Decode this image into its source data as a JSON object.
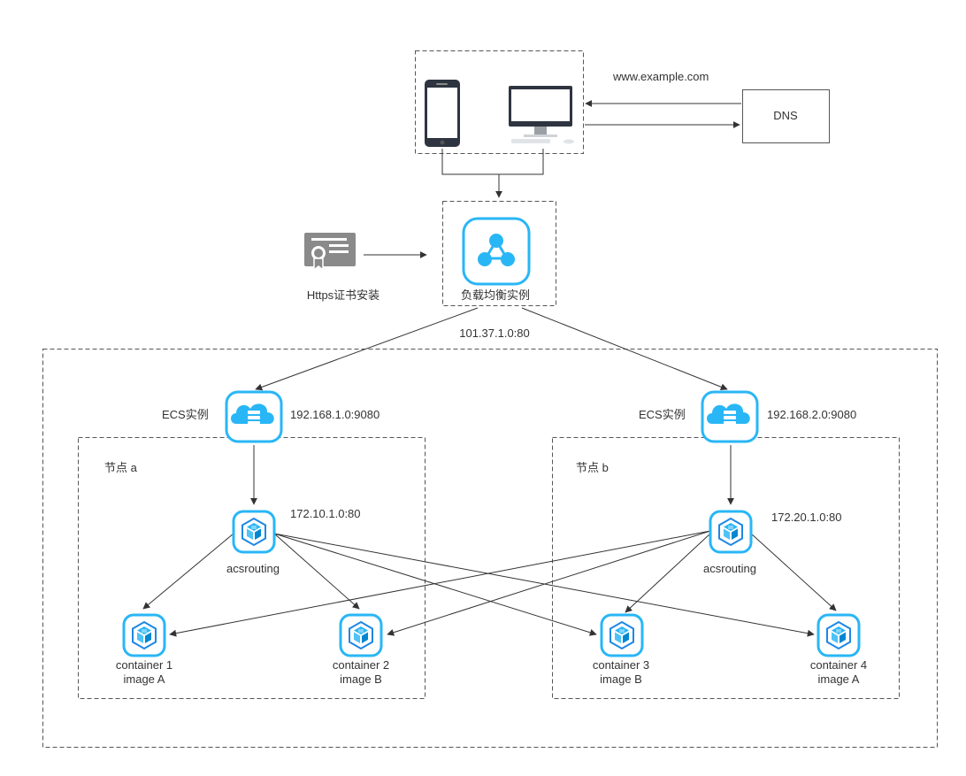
{
  "domain_url": "www.example.com",
  "dns_label": "DNS",
  "cert_label": "Https证书安装",
  "lb_label": "负载均衡实例",
  "lb_address": "101.37.1.0:80",
  "ecs_left": {
    "label": "ECS实例",
    "address": "192.168.1.0:9080"
  },
  "ecs_right": {
    "label": "ECS实例",
    "address": "192.168.2.0:9080"
  },
  "node_a": {
    "label": "节点 a",
    "router_label": "acsrouting",
    "router_address": "172.10.1.0:80"
  },
  "node_b": {
    "label": "节点 b",
    "router_label": "acsrouting",
    "router_address": "172.20.1.0:80"
  },
  "containers": [
    {
      "name": "container 1",
      "image": "image A"
    },
    {
      "name": "container 2",
      "image": "image B"
    },
    {
      "name": "container 3",
      "image": "image B"
    },
    {
      "name": "container 4",
      "image": "image A"
    }
  ],
  "colors": {
    "accent": "#29b6f6",
    "accent_dark": "#1e88e5",
    "border": "#555555",
    "icon_grey": "#8a8a8a"
  },
  "icons": [
    "phone-icon",
    "monitor-icon",
    "certificate-icon",
    "load-balancer-icon",
    "ecs-cloud-icon",
    "container-cube-icon"
  ]
}
